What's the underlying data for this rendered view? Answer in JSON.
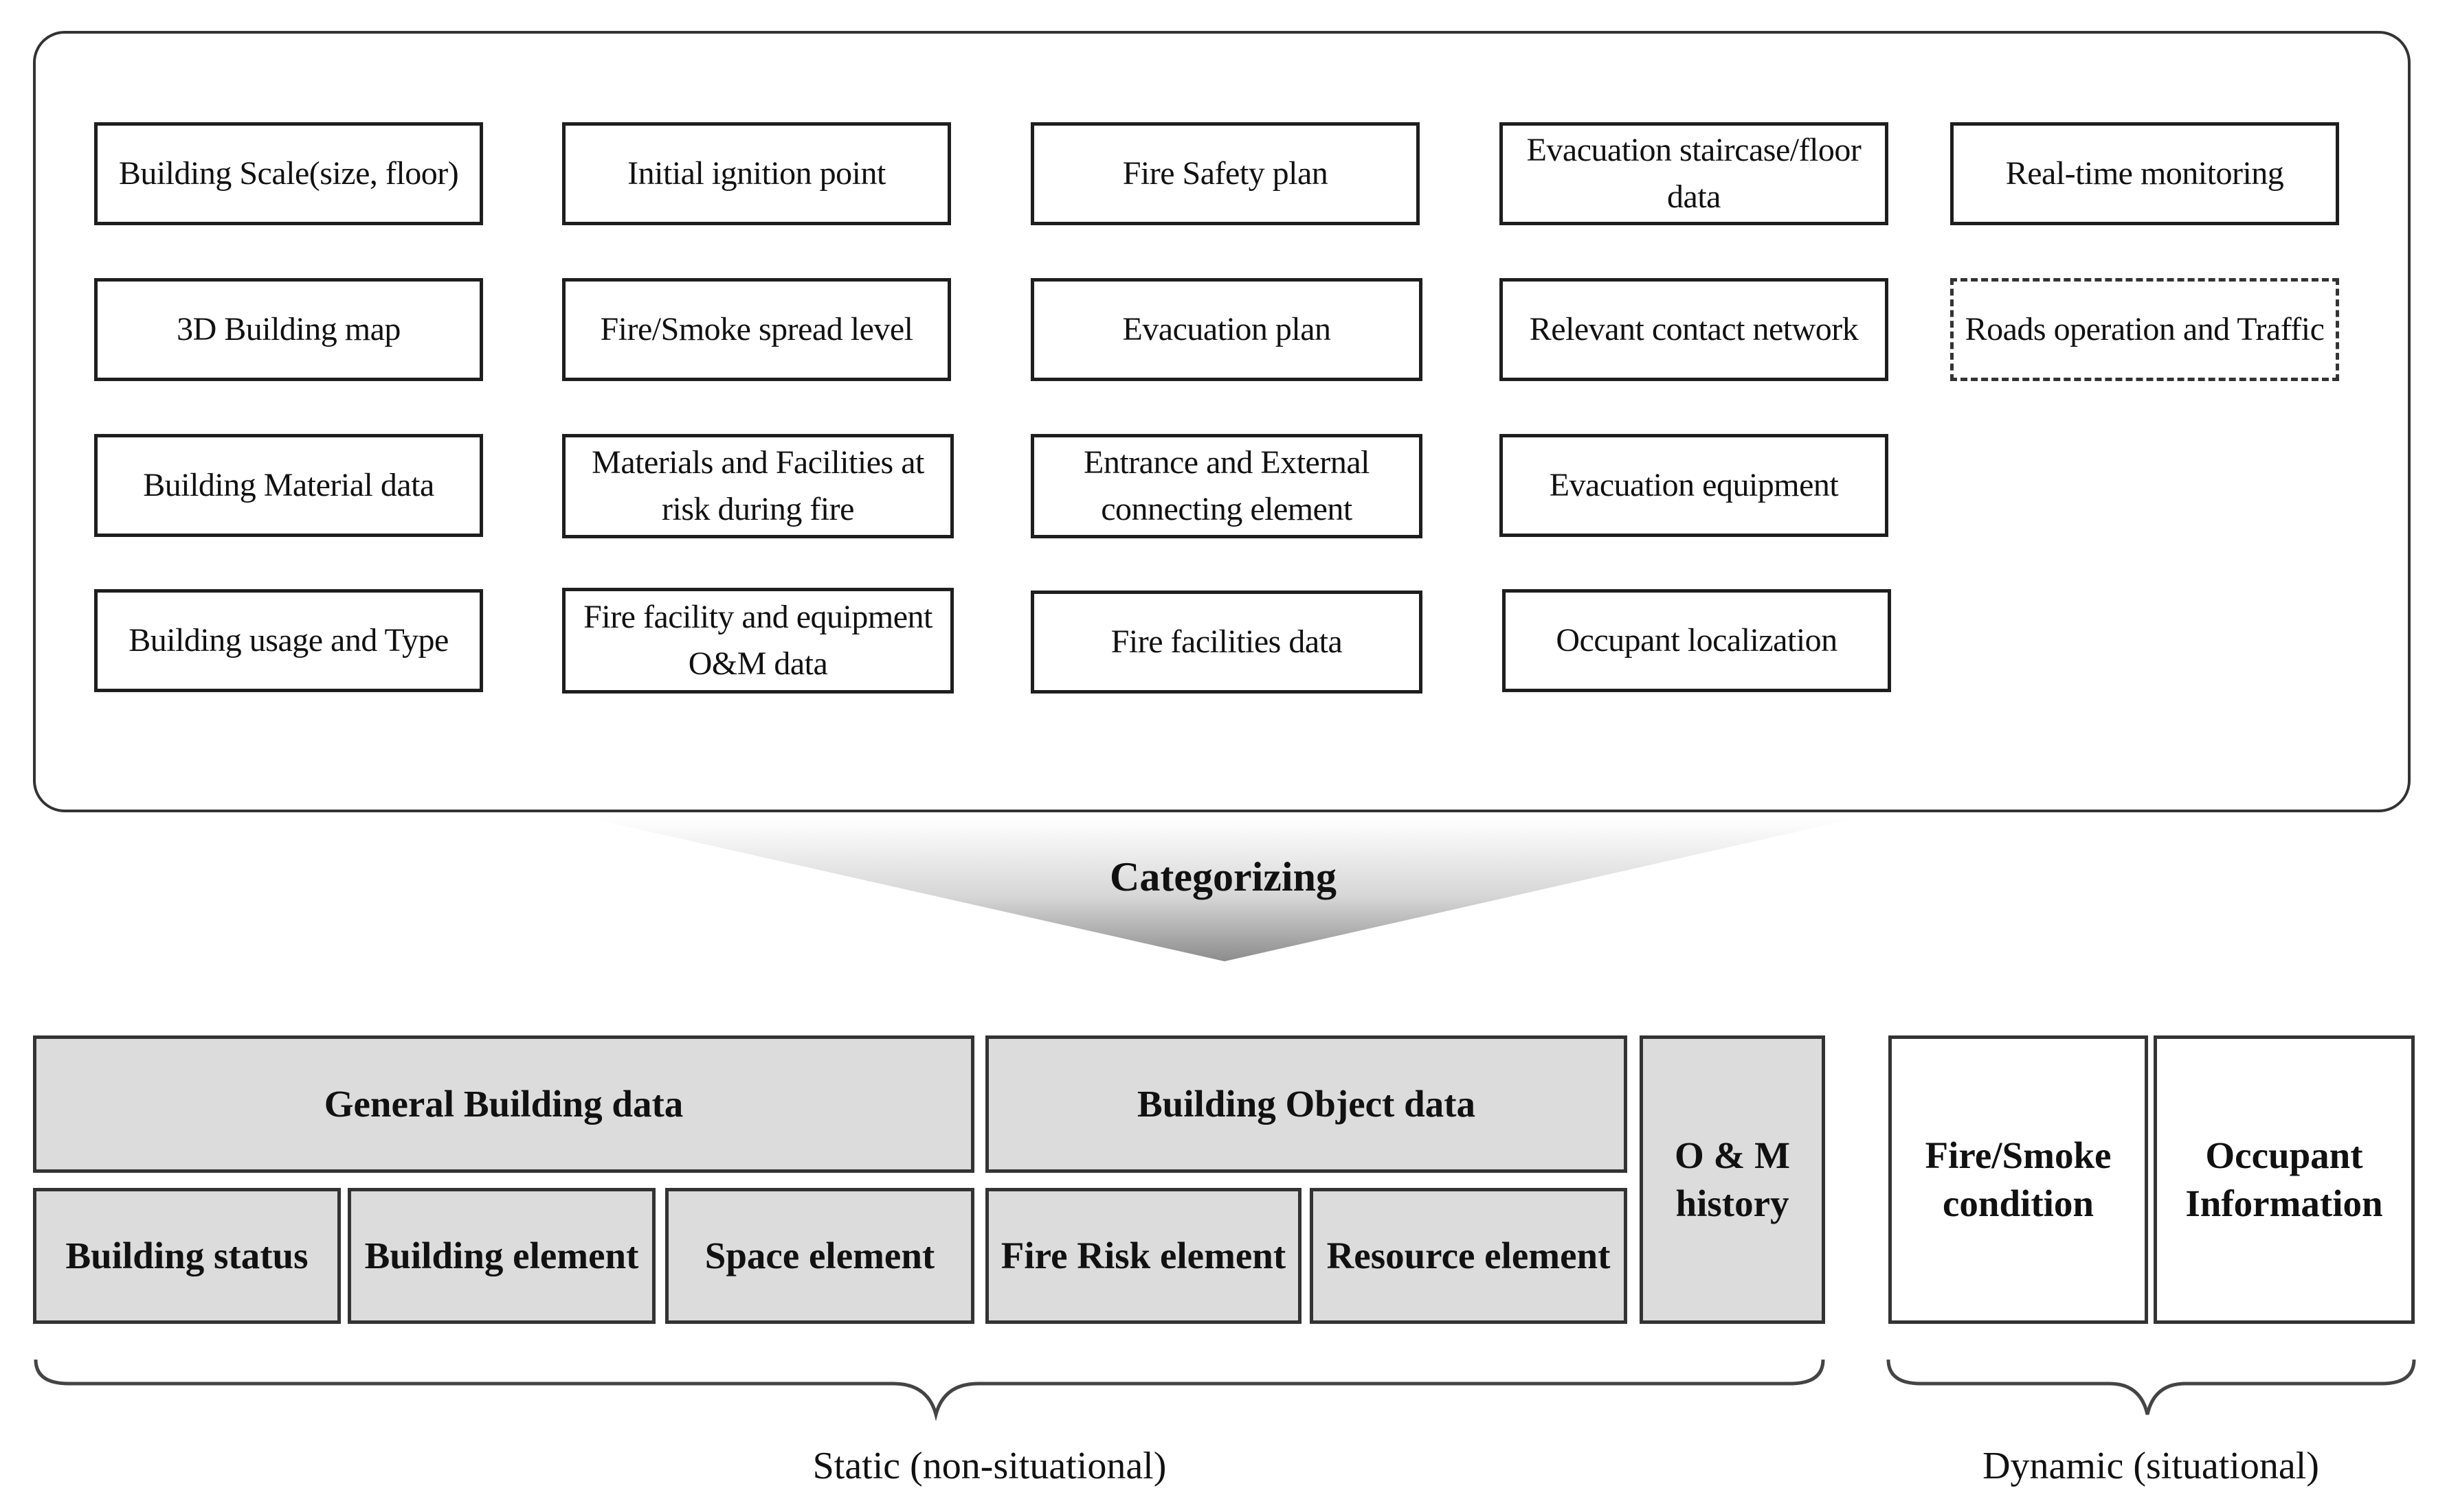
{
  "items": {
    "r1c1": "Building Scale(size, floor)",
    "r1c2": "Initial ignition point",
    "r1c3": "Fire Safety plan",
    "r1c4": "Evacuation staircase/floor data",
    "r1c5": "Real-time  monitoring",
    "r2c1": "3D Building map",
    "r2c2": "Fire/Smoke  spread level",
    "r2c3": "Evacuation plan",
    "r2c4": "Relevant contact network",
    "r2c5": "Roads operation and Traffic",
    "r3c1": "Building  Material data",
    "r3c2": "Materials and Facilities at risk during fire",
    "r3c3": "Entrance and External connecting element",
    "r3c4": "Evacuation equipment",
    "r4c1": "Building  usage and Type",
    "r4c2": "Fire facility and equipment O&M data",
    "r4c3": "Fire facilities  data",
    "r4c4": "Occupant localization"
  },
  "arrow_label": "Categorizing",
  "categories": {
    "general_building": "General Building data",
    "building_object": "Building Object data",
    "om_history": "O & M history",
    "building_status": "Building status",
    "building_element": "Building element",
    "space_element": "Space element",
    "fire_risk_element": "Fire Risk element",
    "resource_element": "Resource element",
    "fire_smoke_condition": "Fire/Smoke condition",
    "occupant_information": "Occupant Information"
  },
  "groups": {
    "static": "Static (non-situational)",
    "dynamic": "Dynamic (situational)"
  },
  "colors": {
    "category_fill": "#dcdcdc",
    "border": "#1e1e1e"
  }
}
